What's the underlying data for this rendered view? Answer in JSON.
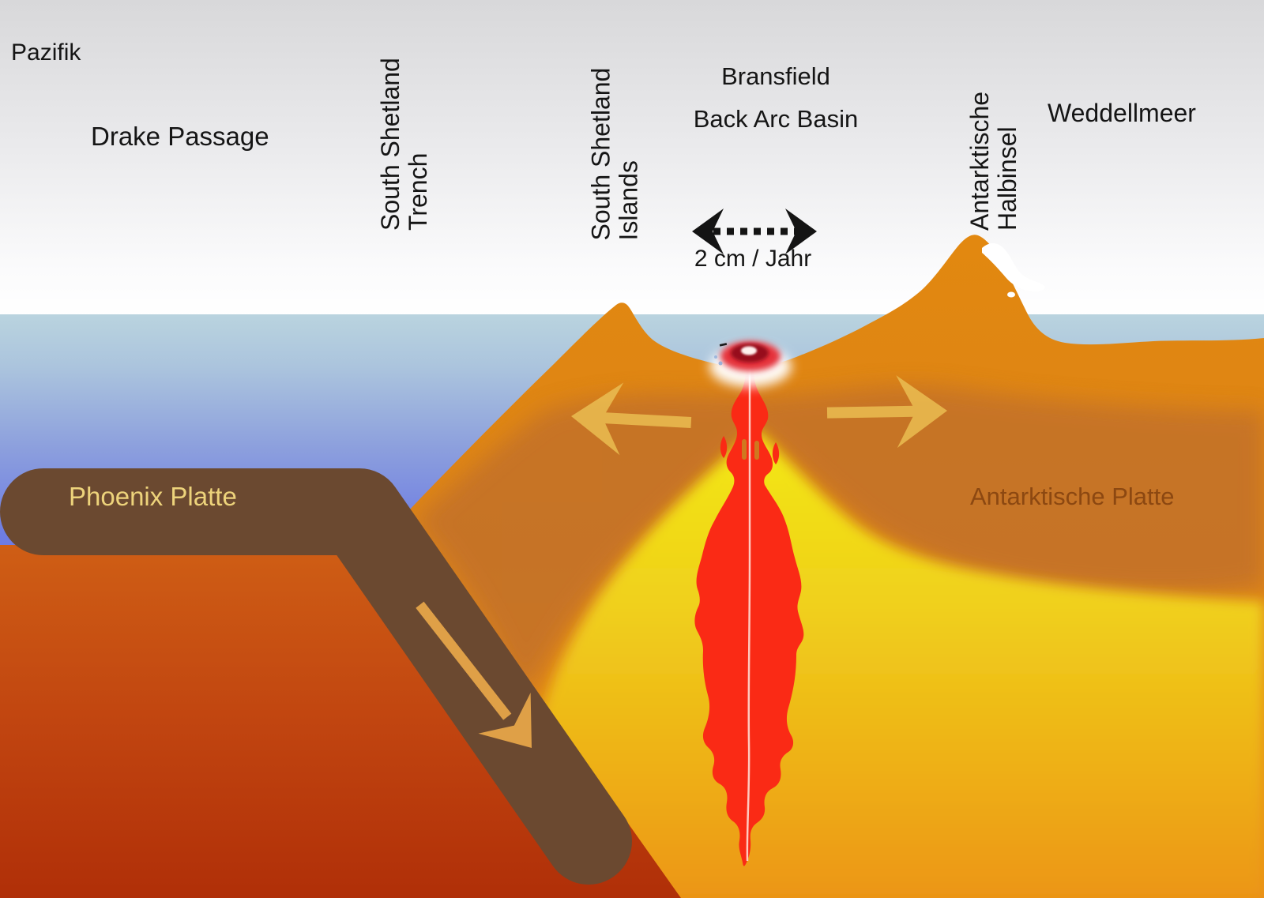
{
  "diagram": {
    "title_context": "Subduction and back-arc spreading cross-section (Bransfield Basin, Antarctica)",
    "labels": {
      "pazifik": "Pazifik",
      "drake_passage": "Drake Passage",
      "south_shetland_trench_line1": "South Shetland",
      "south_shetland_trench_line2": "Trench",
      "south_shetland_islands_line1": "South Shetland",
      "south_shetland_islands_line2": "Islands",
      "bransfield_line1": "Bransfield",
      "bransfield_line2": "Back Arc Basin",
      "spreading_rate": "2 cm / Jahr",
      "antarktische_halbinsel_line1": "Antarktische",
      "antarktische_halbinsel_line2": "Halbinsel",
      "weddellmeer": "Weddellmeer",
      "phoenix_platte": "Phoenix Platte",
      "antarktische_platte": "Antarktische Platte"
    },
    "colors": {
      "ink": "#141414",
      "sky_top": "#D8D8DA",
      "sky_bottom": "#FFFFFF",
      "sea_shallow": "#BAD4DF",
      "sea_deep": "#6773E6",
      "crust_orange": "#DF8517",
      "crust_dark": "#C1702A",
      "mantle_yellow": "#F3EB10",
      "mantle_orange": "#EC9612",
      "deep_mantle_red": "#B02F08",
      "slab": "#6B4930",
      "slab_arrow": "#DFA047",
      "spread_arrow": "#E8B84E",
      "magma": "#FA2A15",
      "magma_centerline": "#FFD2C8",
      "eruption_dark_red": "#97101F",
      "snow": "#FFFFFF",
      "phoenix_label": "#EDD37B",
      "antarctic_label": "#8C4811"
    }
  }
}
